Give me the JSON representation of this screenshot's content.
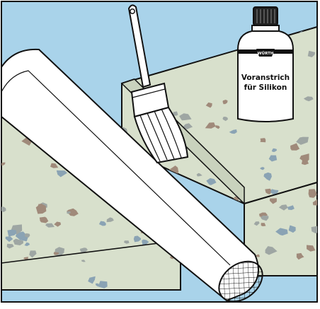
{
  "bottle": {
    "brand": "WÜRTH",
    "label_line_1": "Voranstrich",
    "label_line_2": "für Silikon"
  },
  "colors": {
    "sky": "#a9d3ea",
    "concrete": "#d8e0cc",
    "chip_blue": "#8aa3b4",
    "chip_brown": "#a08a7a",
    "chip_gray": "#9ea6a3",
    "outline": "#111111"
  },
  "icons": [
    "paintbrush-icon",
    "primer-bottle-icon",
    "backer-rod-icon"
  ]
}
